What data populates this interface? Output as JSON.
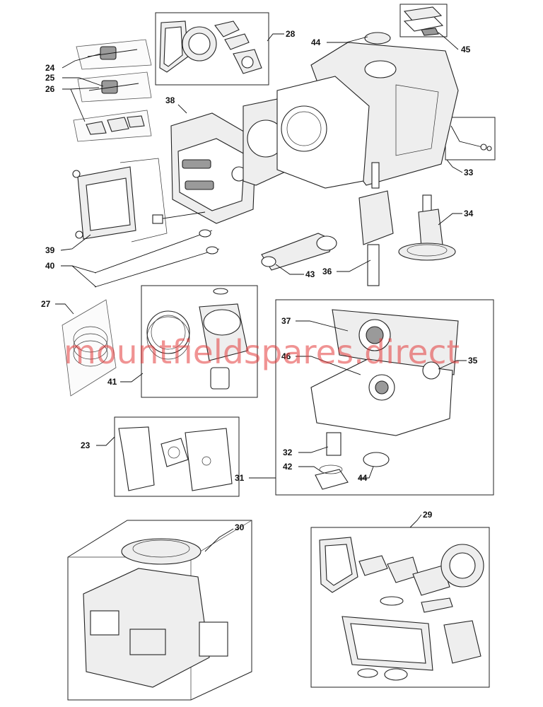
{
  "diagram": {
    "callouts": [
      {
        "id": "24",
        "label": "24"
      },
      {
        "id": "25",
        "label": "25"
      },
      {
        "id": "26",
        "label": "26"
      },
      {
        "id": "28",
        "label": "28"
      },
      {
        "id": "44a",
        "label": "44"
      },
      {
        "id": "45",
        "label": "45"
      },
      {
        "id": "38",
        "label": "38"
      },
      {
        "id": "33",
        "label": "33"
      },
      {
        "id": "34",
        "label": "34"
      },
      {
        "id": "39",
        "label": "39"
      },
      {
        "id": "40",
        "label": "40"
      },
      {
        "id": "43",
        "label": "43"
      },
      {
        "id": "36",
        "label": "36"
      },
      {
        "id": "27",
        "label": "27"
      },
      {
        "id": "41",
        "label": "41"
      },
      {
        "id": "37",
        "label": "37"
      },
      {
        "id": "46",
        "label": "46"
      },
      {
        "id": "35",
        "label": "35"
      },
      {
        "id": "23",
        "label": "23"
      },
      {
        "id": "32",
        "label": "32"
      },
      {
        "id": "42",
        "label": "42"
      },
      {
        "id": "44b",
        "label": "44"
      },
      {
        "id": "31",
        "label": "31"
      },
      {
        "id": "30",
        "label": "30"
      },
      {
        "id": "29",
        "label": "29"
      }
    ],
    "watermark": "mountfieldspares.direct",
    "colors": {
      "line": "#111111",
      "watermark": "#e33b3b",
      "background": "#ffffff"
    }
  }
}
